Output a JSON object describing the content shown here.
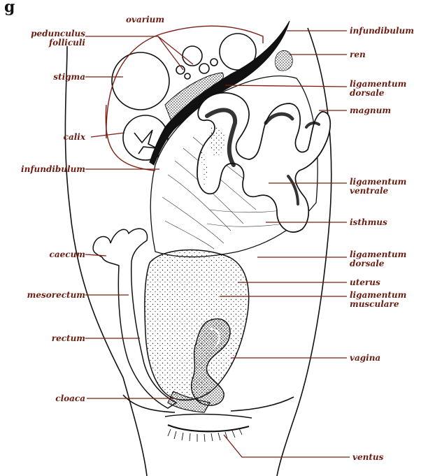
{
  "heading": "g",
  "colors": {
    "label": "#6b1d12",
    "leader": "#7a1e14",
    "ink": "#111111",
    "paper": "#ffffff"
  },
  "labels": {
    "ovarium": "ovarium",
    "pedunculus_follicli": [
      "pedunculus",
      "folliculi"
    ],
    "stigma": "stigma",
    "calix": "calix",
    "infundibulum_left": "infundibulum",
    "caecum": "caecum",
    "mesorectum": "mesorectum",
    "rectum": "rectum",
    "cloaca": "cloaca",
    "infundibulum_right": "infundibulum",
    "ren": "ren",
    "ligamentum_dorsale_upper": [
      "ligamentum",
      "dorsale"
    ],
    "magnum": "magnum",
    "ligamentum_ventrale": [
      "ligamentum",
      "ventrale"
    ],
    "isthmus": "isthmus",
    "ligamentum_dorsale_lower": [
      "ligamentum",
      "dorsale"
    ],
    "uterus": "uterus",
    "ligamentum_musculare": [
      "ligamentum",
      "musculare"
    ],
    "vagina": "vagina",
    "ventus": "ventus"
  }
}
